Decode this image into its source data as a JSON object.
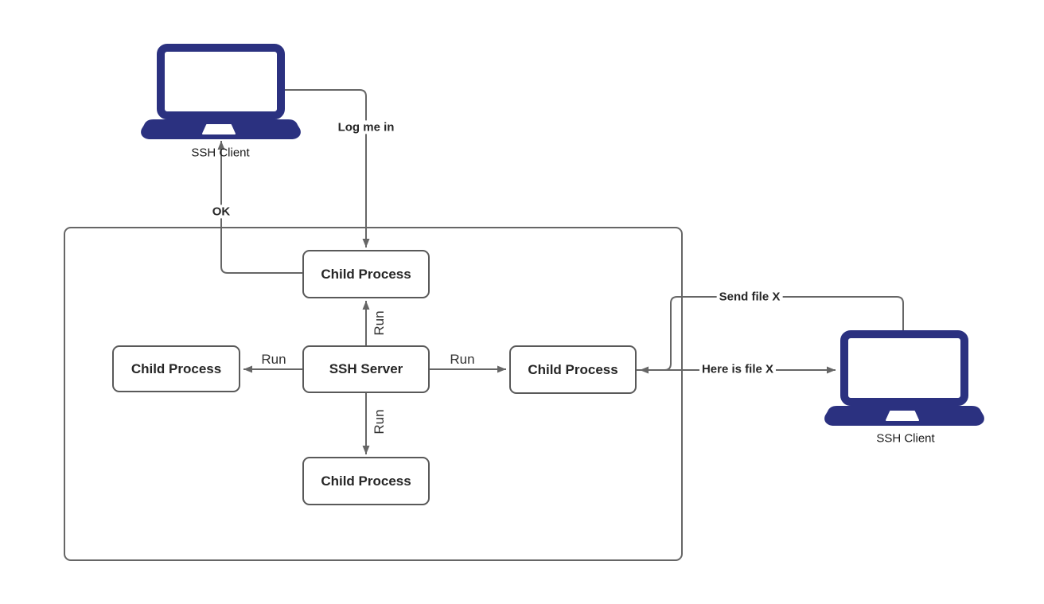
{
  "diagram": {
    "type": "flow-diagram",
    "background": "#ffffff",
    "colors": {
      "laptop": "#2b3180",
      "line": "#666666",
      "node-border": "#595959",
      "node-text": "#262626",
      "label-text": "#262626"
    },
    "nodes": {
      "ssh_client_left": {
        "label": "SSH Client",
        "shape": "laptop"
      },
      "ssh_client_right": {
        "label": "SSH Client",
        "shape": "laptop"
      },
      "child_top": {
        "label": "Child Process",
        "shape": "rounded-rect"
      },
      "child_left": {
        "label": "Child Process",
        "shape": "rounded-rect"
      },
      "ssh_server": {
        "label": "SSH Server",
        "shape": "rounded-rect"
      },
      "child_right": {
        "label": "Child Process",
        "shape": "rounded-rect"
      },
      "child_bottom": {
        "label": "Child Process",
        "shape": "rounded-rect"
      }
    },
    "edges": {
      "log_me_in": {
        "label": "Log me in",
        "from": "ssh_client_left",
        "to": "child_top"
      },
      "ok": {
        "label": "OK",
        "from": "child_top",
        "to": "ssh_client_left"
      },
      "run_up": {
        "label": "Run",
        "from": "ssh_server",
        "to": "child_top"
      },
      "run_left": {
        "label": "Run",
        "from": "ssh_server",
        "to": "child_left"
      },
      "run_right": {
        "label": "Run",
        "from": "ssh_server",
        "to": "child_right"
      },
      "run_down": {
        "label": "Run",
        "from": "ssh_server",
        "to": "child_bottom"
      },
      "send_file": {
        "label": "Send file X",
        "from": "ssh_client_right",
        "to": "child_right"
      },
      "here_is_file": {
        "label": "Here is file X",
        "from": "child_right",
        "to": "ssh_client_right"
      }
    }
  }
}
